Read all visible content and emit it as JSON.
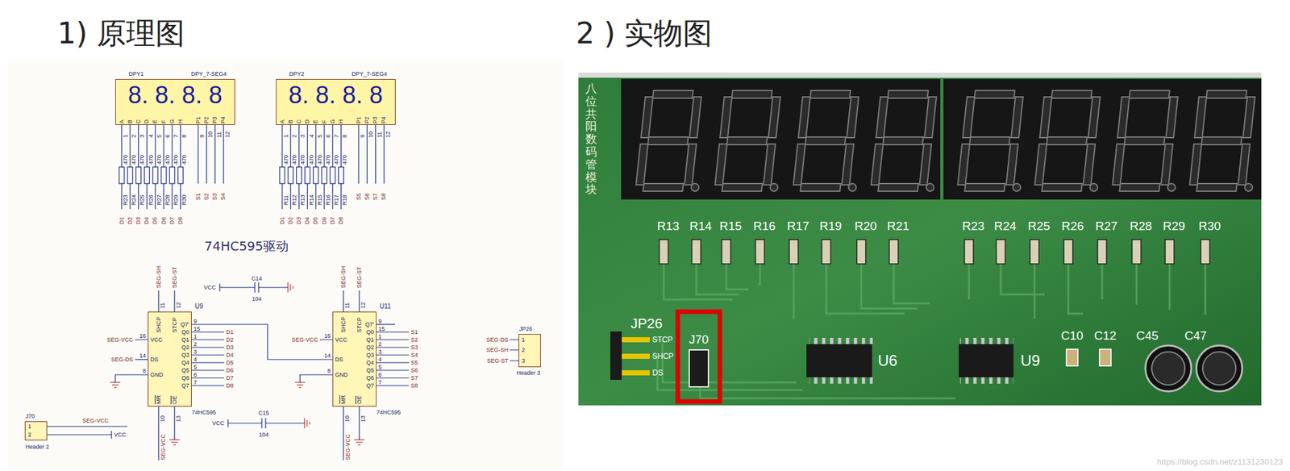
{
  "diagram": {
    "nodes": [
      {
        "text": [
          "DPY1",
          "DPY_7-SEG4",
          "8. 8. 8. 8"
        ]
      },
      {
        "text": [
          "DPY2",
          "DPY_7-SEG4",
          "8. 8. 8. 8"
        ]
      },
      {
        "text": [
          "U9",
          "74HC595"
        ]
      },
      {
        "text": [
          "U11",
          "74HC595"
        ]
      },
      {
        "text": [
          "JP26",
          "Header 3"
        ]
      },
      {
        "text": [
          "J70",
          "Header 2"
        ]
      }
    ],
    "edges": [
      {
        "from": 2,
        "to": 3,
        "arrow": "none"
      }
    ],
    "labels": [
      "1) 原理图",
      "2 ) 实物图",
      "A",
      "B",
      "C",
      "D",
      "E",
      "F",
      "G",
      "H",
      "P1",
      "P2",
      "P3",
      "P4",
      "1",
      "2",
      "3",
      "4",
      "5",
      "6",
      "7",
      "8",
      "9",
      "10",
      "11",
      "12",
      "470",
      "470",
      "470",
      "470",
      "470",
      "470",
      "470",
      "470",
      "R23",
      "R24",
      "R25",
      "R26",
      "R27",
      "R28",
      "R29",
      "R30",
      "D1",
      "D2",
      "D3",
      "D4",
      "D5",
      "D6",
      "D7",
      "D8",
      "S1",
      "S2",
      "S3",
      "S4",
      "A",
      "B",
      "C",
      "D",
      "E",
      "F",
      "G",
      "H",
      "P1",
      "P2",
      "P3",
      "P4",
      "1",
      "2",
      "3",
      "4",
      "5",
      "6",
      "7",
      "8",
      "9",
      "10",
      "11",
      "12",
      "470",
      "470",
      "470",
      "470",
      "470",
      "470",
      "470",
      "470",
      "R11",
      "R12",
      "R13",
      "R14",
      "R15",
      "R16",
      "R17",
      "R18",
      "D1",
      "D2",
      "D3",
      "D4",
      "D5",
      "D6",
      "D7",
      "D8",
      "S5",
      "S6",
      "S7",
      "S8",
      "74HC595驱动",
      "SEG-SH",
      "SEG-ST",
      "11",
      "12",
      "SHCP",
      "STCP",
      "SEG-VCC",
      "SEG-DS",
      "16",
      "14",
      "8",
      "VCC",
      "DS",
      "GND",
      "Q7'",
      "Q0",
      "Q1",
      "Q2",
      "Q3",
      "Q4",
      "Q5",
      "Q6",
      "Q7",
      "9",
      "15",
      "1",
      "2",
      "3",
      "4",
      "5",
      "6",
      "7",
      "D1",
      "D2",
      "D3",
      "D4",
      "D5",
      "D6",
      "D7",
      "D8",
      "MR",
      "OE",
      "10",
      "13",
      "SEG-VCC",
      "SEG-SH",
      "SEG-ST",
      "11",
      "12",
      "SHCP",
      "STCP",
      "SEG-VCC",
      "16",
      "14",
      "8",
      "VCC",
      "DS",
      "GND",
      "Q7'",
      "Q0",
      "Q1",
      "Q2",
      "Q3",
      "Q4",
      "Q5",
      "Q6",
      "Q7",
      "9",
      "15",
      "1",
      "2",
      "3",
      "4",
      "5",
      "6",
      "7",
      "S1",
      "S2",
      "S3",
      "S4",
      "S5",
      "S6",
      "S7",
      "S8",
      "MR",
      "OE",
      "10",
      "13",
      "SEG-VCC",
      "VCC",
      "C14",
      "104",
      "VCC",
      "C15",
      "104",
      "1",
      "2",
      "3",
      "SEG-DS",
      "SEG-SH",
      "SEG-ST",
      "1",
      "2",
      "SEG-VCC",
      "VCC",
      "八位共阳数码管模块",
      "R13",
      "R14",
      "R15",
      "R16",
      "R17",
      "R19",
      "R20",
      "R21",
      "R23",
      "R24",
      "R25",
      "R26",
      "R27",
      "R28",
      "R29",
      "R30",
      "JP26",
      "STCP",
      "SHCP",
      "DS",
      "J70",
      "U6",
      "U9",
      "C10",
      "C12",
      "C45",
      "C47",
      "https://blog.csdn.net/z1131230123"
    ]
  }
}
